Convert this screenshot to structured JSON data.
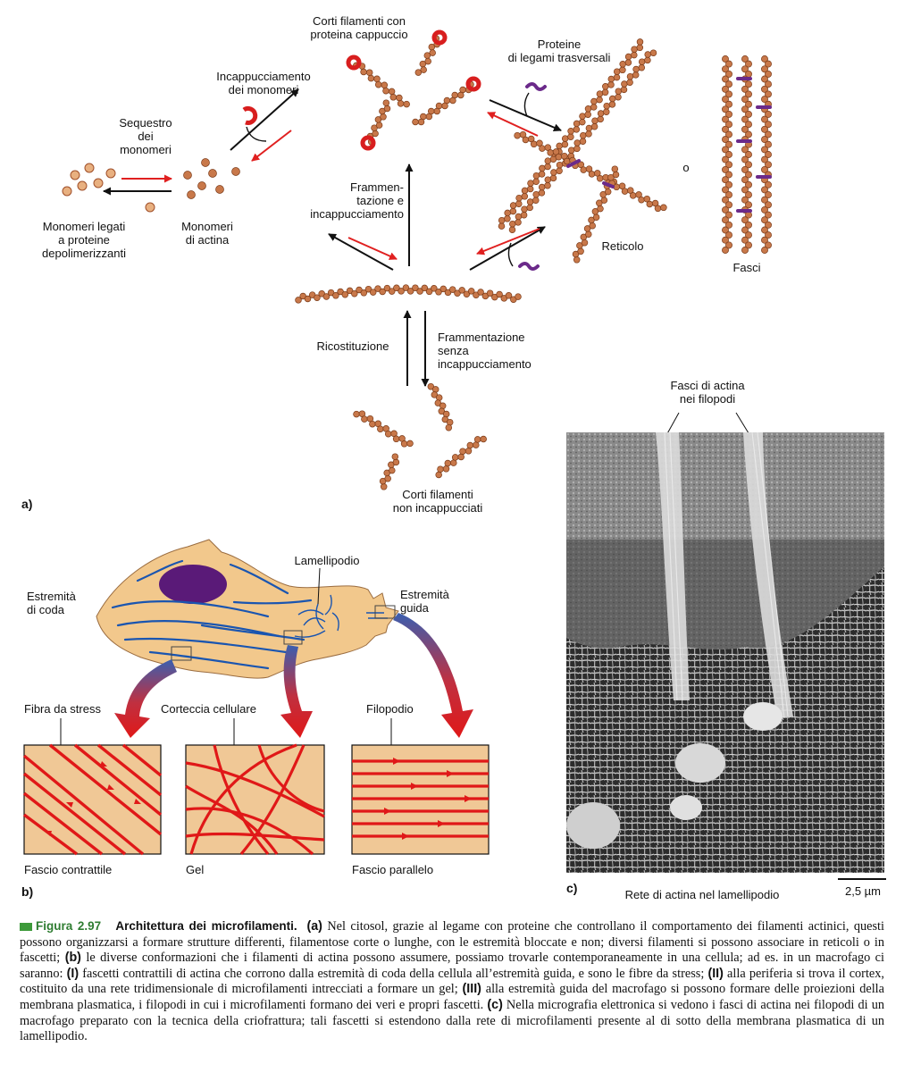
{
  "panel_a": {
    "tag": "a)",
    "caps_short": "Corti filamenti con\nproteina cappuccio",
    "crosslink_proteins": "Proteine\ndi legami trasversali",
    "capping_monomers": "Incappucciamento\ndei monomeri",
    "sequestration": "Sequestro\ndei\nmonomeri",
    "depoly_monomers": "Monomeri legati\na proteine\ndepolimerizzanti",
    "actin_monomers": "Monomeri\ndi actina",
    "fragmentation_capping": "Frammen-\ntazione e\nincappucciamento",
    "network": "Reticolo",
    "or": "o",
    "bundles": "Fasci",
    "reconstitution": "Ricostituzione",
    "fragmentation_no_capping": "Frammentazione\nsenza\nincappucciamento",
    "short_uncapped": "Corti filamenti\nnon incappucciati"
  },
  "panel_b": {
    "tag": "b)",
    "lamellipodium": "Lamellipodio",
    "tail_end": "Estremità\ndi coda",
    "leading_end": "Estremità\nguida",
    "stress_fiber": "Fibra da stress",
    "cell_cortex": "Corteccia cellulare",
    "filopodium": "Filopodio",
    "contractile_bundle": "Fascio contrattile",
    "gel": "Gel",
    "parallel_bundle": "Fascio parallelo"
  },
  "panel_c": {
    "tag": "c)",
    "filopodia_bundles": "Fasci di actina\nnei filopodi",
    "lamellipodium_network": "Rete di actina nel lamellipodio",
    "scale_bar": "2,5 µm"
  },
  "caption": {
    "number": "Figura 2.97",
    "title": "Architettura dei microfilamenti.",
    "a_tag": "(a)",
    "a_text": " Nel citosol, grazie al legame con proteine che controllano il comportamento dei filamenti actinici, questi possono organizzarsi a formare strutture differenti, filamentose corte o lunghe, con le estremità bloccate e non; diversi filamenti si possono associare in reticoli o in fascetti; ",
    "b_tag": "(b)",
    "b_text1": " le diverse conformazioni che i filamenti di actina possono assumere, possiamo trovarle contemporaneamente in una cellula; ad es. in un macrofago ci saranno: ",
    "i_tag": "(I)",
    "i_text": " fascetti contrattili di actina che corrono dalla estremità di coda della cellula all’estremità guida, e sono le fibre da stress; ",
    "ii_tag": "(II)",
    "ii_text": " alla periferia si trova il cortex, costituito da una rete tridimensionale di microfilamenti intrecciati a formare un gel; ",
    "iii_tag": "(III)",
    "iii_text": " alla estremità guida del macrofago si possono formare delle proiezioni della membrana plasmatica, i filopodi in cui i microfilamenti formano dei veri e propri fascetti. ",
    "c_tag": "(c)",
    "c_text": " Nella micrografia elettronica si vedono i fasci di actina nei filopodi di un macrofago preparato con la tecnica della criofrattura; tali fascetti si estendono dalla rete di microfilamenti presente al di sotto della membrana plasmatica di un lamellipodio."
  },
  "colors": {
    "actin_bead": "#c8784a",
    "cap": "#d81e1e",
    "crosslinker": "#6b2a8a",
    "arrow_red": "#e02020",
    "cell_fill": "#f2c88c",
    "nucleus": "#5a1a78",
    "stress_fiber_line": "#1a55b0",
    "inset_bg": "#f0c896"
  }
}
